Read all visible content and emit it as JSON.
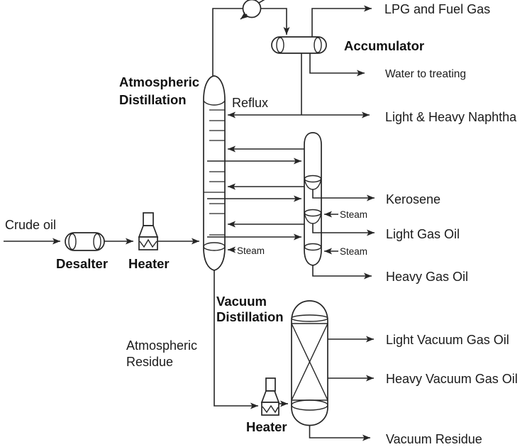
{
  "diagram": {
    "type": "crude-oil-refinery-distillation-process-flow",
    "colors": {
      "background": "#ffffff",
      "line": "#262626",
      "text": "#1a1a1a"
    },
    "labels": {
      "crude_oil": "Crude oil",
      "desalter": "Desalter",
      "feed_heater": "Heater",
      "atm_col_1": "Atmospheric",
      "atm_col_2": "Distillation",
      "reflux": "Reflux",
      "accumulator": "Accumulator",
      "lpg_fuel_gas": "LPG and Fuel Gas",
      "water_to_treating": "Water to treating",
      "naphtha": "Light & Heavy Naphtha",
      "kerosene": "Kerosene",
      "steam_stripper_upper": "Steam",
      "light_gas_oil": "Light Gas Oil",
      "steam_atm_bottoms": "Steam",
      "steam_stripper_lower": "Steam",
      "heavy_gas_oil": "Heavy Gas Oil",
      "vac_col_1": "Vacuum",
      "vac_col_2": "Distillation",
      "atm_residue_1": "Atmospheric",
      "atm_residue_2": "Residue",
      "vacuum_heater": "Heater",
      "light_vacuum_gas_oil": "Light Vacuum Gas Oil",
      "heavy_vacuum_gas_oil": "Heavy Vacuum Gas Oil",
      "vacuum_residue": "Vacuum Residue"
    }
  }
}
